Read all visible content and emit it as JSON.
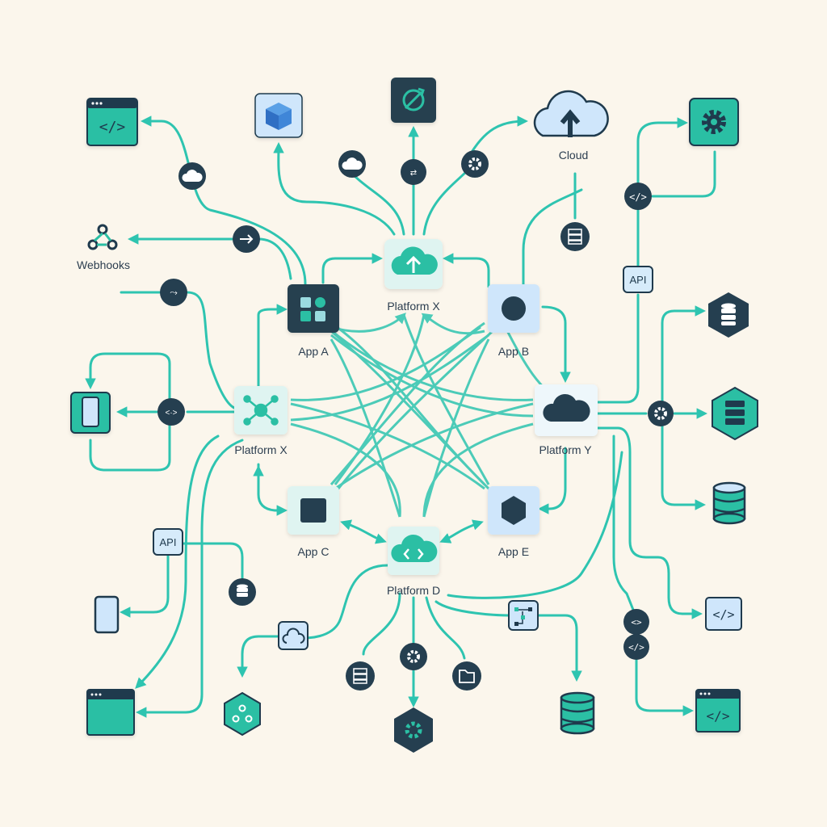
{
  "labels": {
    "platform_x_top": "Platform X",
    "app_a": "App A",
    "app_b": "App B",
    "platform_x_left": "Platform X",
    "platform_y": "Platform Y",
    "app_c": "App C",
    "app_e": "App E",
    "platform_d": "Platform D",
    "cloud": "Cloud",
    "webhooks": "Webhooks",
    "api_right": "API",
    "api_left": "API"
  },
  "colors": {
    "background": "#fbf6ec",
    "connector": "#2ec4b0",
    "dark_navy": "#1f3a4d",
    "node_blue": "#cfe6fb",
    "node_mint": "#dff4f1",
    "teal_fill": "#2bbfa4"
  }
}
